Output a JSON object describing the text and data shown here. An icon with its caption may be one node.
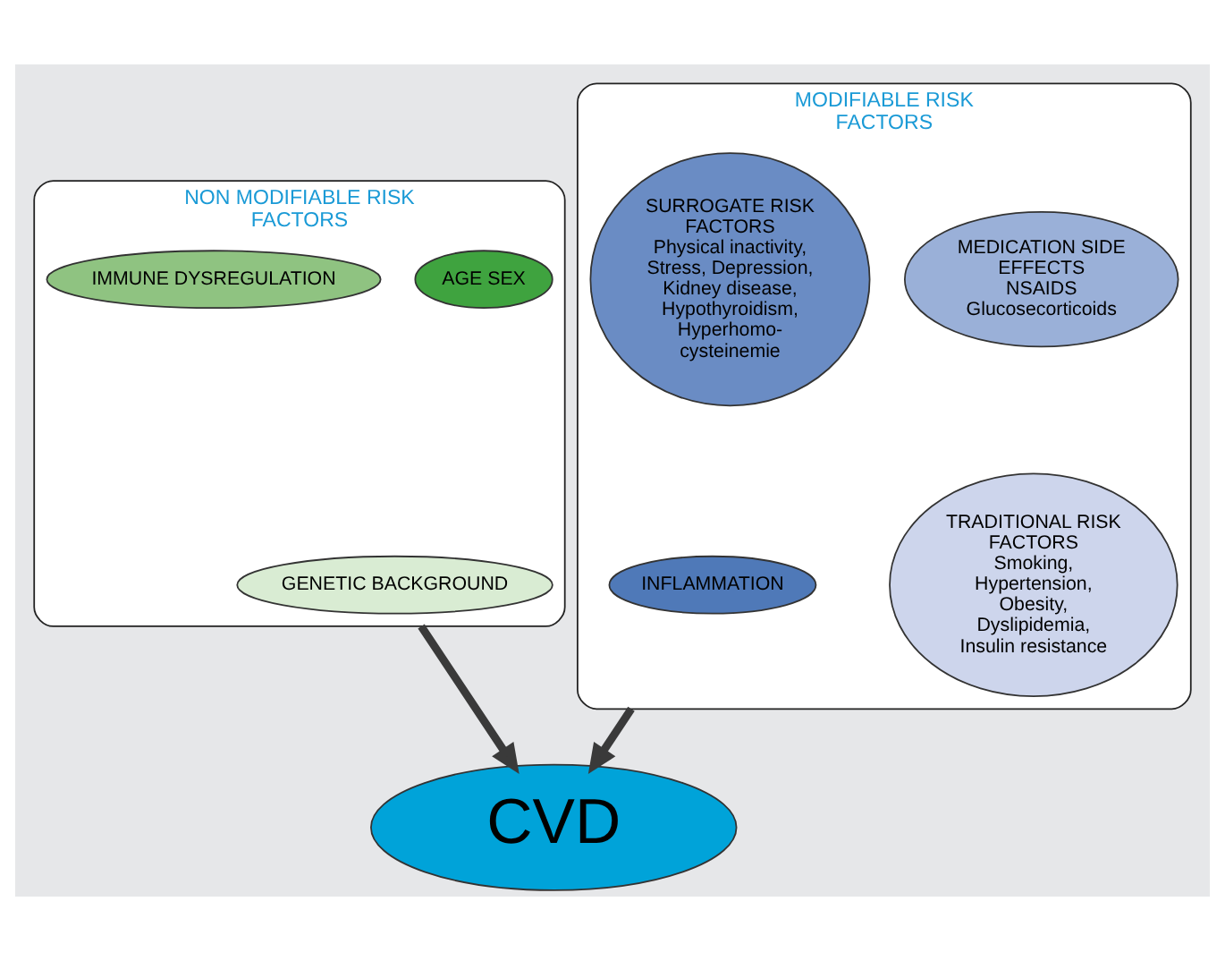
{
  "diagram": {
    "nodes": [
      {
        "text": [
          "NON MODIFIABLE RISK FACTORS"
        ]
      },
      {
        "text": [
          "AGE SEX"
        ],
        "in": 0
      },
      {
        "text": [
          "IMMUNE DYSREGULATION"
        ],
        "in": 0
      },
      {
        "text": [
          "GENETIC BACKGROUND"
        ],
        "in": 0
      },
      {
        "text": [
          "MODIFIABLE RISK FACTORS"
        ]
      },
      {
        "text": [
          "MEDICATION SIDE EFFECTS",
          "NSAIDS Glucosecorticoids"
        ],
        "in": 4
      },
      {
        "text": [
          "SURROGATE RISK FACTORS",
          "Physical inactivity, Stress, Depression, Kidney disease, Hypothyroidism, Hyperhomo- cysteinemie"
        ],
        "in": 4
      },
      {
        "text": [
          "TRADITIONAL RISK FACTORS",
          "Smoking, Hypertension, Obesity, Dyslipidemia, Insulin resistance"
        ],
        "in": 4
      },
      {
        "text": [
          "INFLAMMATION"
        ],
        "in": 4
      },
      {
        "text": [
          "CVD"
        ]
      }
    ],
    "edges": [
      {
        "from": 0,
        "to": 9,
        "arrow": "to"
      },
      {
        "from": 4,
        "to": 9,
        "arrow": "to"
      }
    ]
  }
}
